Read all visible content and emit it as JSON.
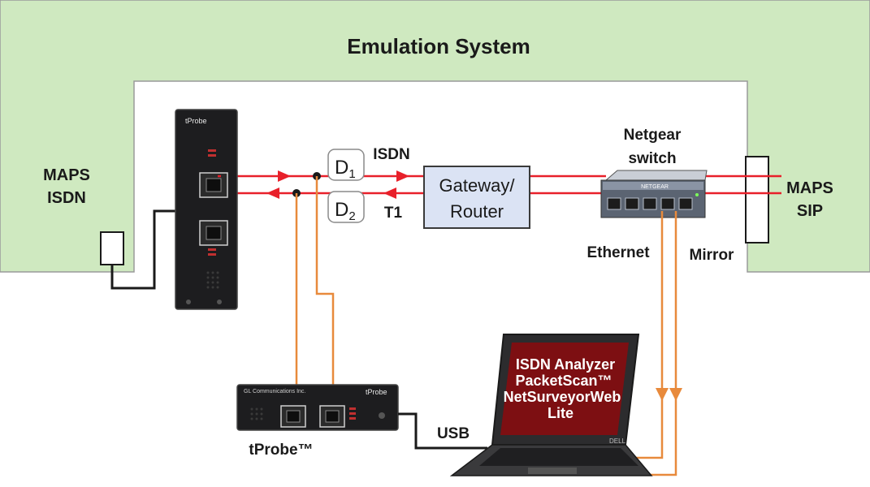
{
  "title": "Emulation System",
  "left_system": {
    "line1": "MAPS",
    "line2": "ISDN"
  },
  "right_system": {
    "line1": "MAPS",
    "line2": "SIP"
  },
  "gateway": {
    "line1": "Gateway/",
    "line2": "Router"
  },
  "switch": {
    "line1": "Netgear",
    "line2": "switch",
    "brand": "NETGEAR"
  },
  "d1": {
    "letter": "D",
    "sub": "1"
  },
  "d2": {
    "letter": "D",
    "sub": "2"
  },
  "labels": {
    "isdn": "ISDN",
    "t1": "T1",
    "ethernet": "Ethernet",
    "mirror": "Mirror",
    "usb": "USB",
    "tprobe": "tProbe™"
  },
  "laptop_screen": [
    "ISDN Analyzer",
    "PacketScan™",
    "NetSurveyorWeb",
    "Lite"
  ],
  "laptop_brand": "DELL",
  "probe_brand": "tProbe",
  "probe_maker": "GL Communications Inc.",
  "colors": {
    "frame": "#cfe9c0",
    "frame_border": "#9a9a9a",
    "red_line": "#e8202a",
    "orange_line": "#e88a3c",
    "screen": "#7d0f12",
    "device": "#1d1d1f",
    "gateway_fill": "#dbe3f4"
  }
}
